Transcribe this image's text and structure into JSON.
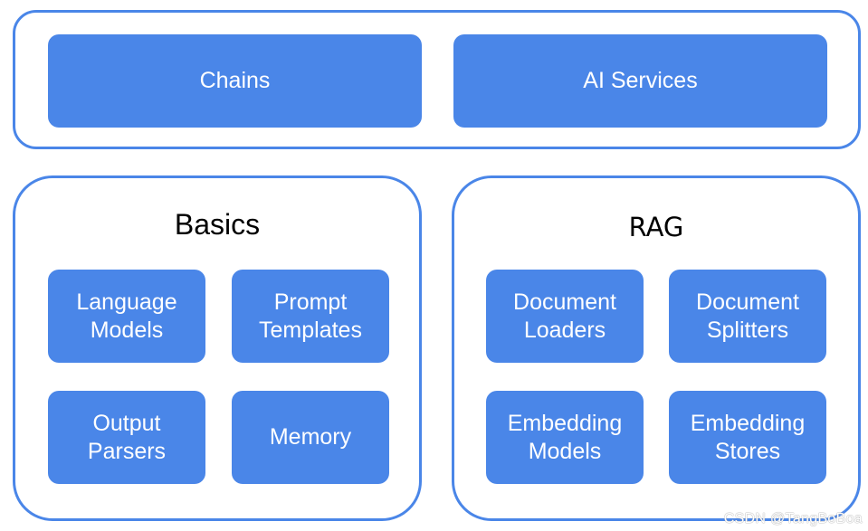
{
  "top": {
    "boxes": [
      "Chains",
      "AI Services"
    ]
  },
  "basics": {
    "title": "Basics",
    "boxes": [
      [
        "Language",
        "Models"
      ],
      [
        "Prompt",
        "Templates"
      ],
      [
        "Output",
        "Parsers"
      ],
      [
        "Memory"
      ]
    ]
  },
  "rag": {
    "title": "RAG",
    "boxes": [
      [
        "Document",
        "Loaders"
      ],
      [
        "Document",
        "Splitters"
      ],
      [
        "Embedding",
        "Models"
      ],
      [
        "Embedding",
        "Stores"
      ]
    ]
  },
  "watermark": "CSDN @TangBoBoa",
  "colors": {
    "accent": "#4a86e8",
    "box_text": "#ffffff",
    "title_text": "#000000"
  }
}
